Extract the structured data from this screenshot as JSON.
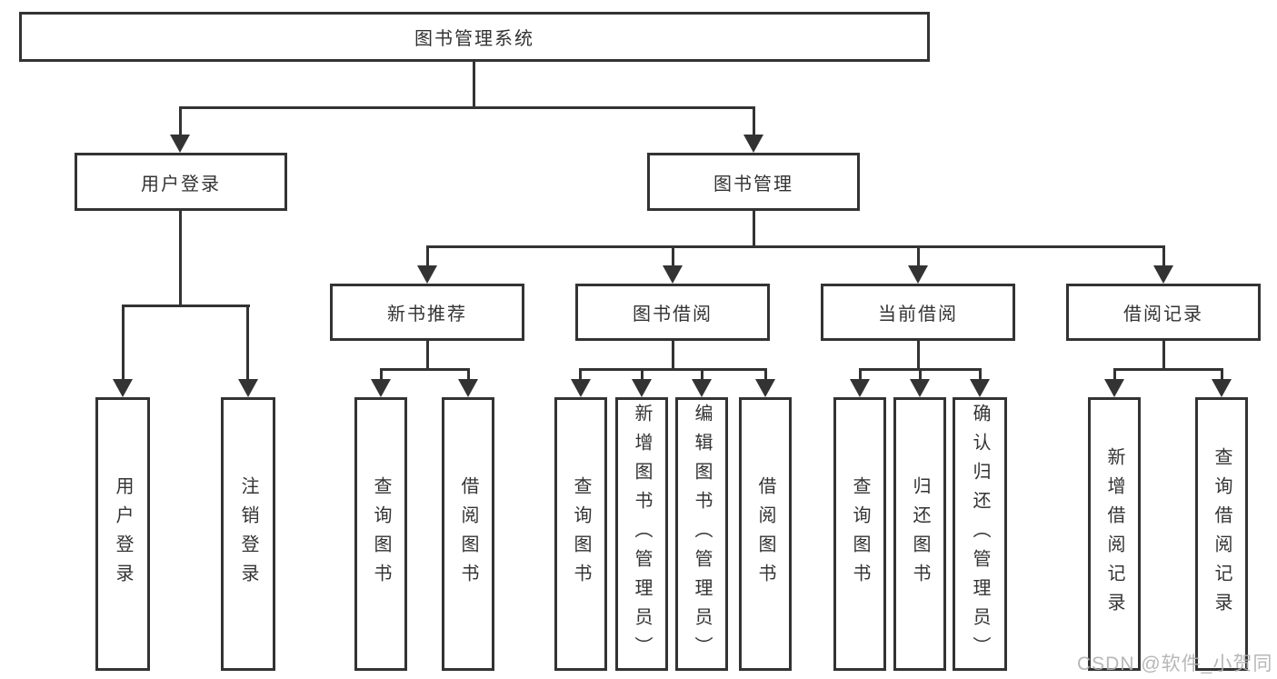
{
  "title": "图书管理系统",
  "watermark": "CSDN @软件_小贺同学",
  "colors": {
    "line": "#333333",
    "text": "#333333",
    "background": "#ffffff",
    "watermark": "#afafaf"
  },
  "tree": {
    "user": {
      "label": "用户登录",
      "children": [
        {
          "label": "用户登录"
        },
        {
          "label": "注销登录"
        }
      ]
    },
    "book": {
      "label": "图书管理",
      "groups": [
        {
          "label": "新书推荐",
          "children": [
            {
              "label": "查询图书"
            },
            {
              "label": "借阅图书"
            }
          ]
        },
        {
          "label": "图书借阅",
          "children": [
            {
              "label": "查询图书"
            },
            {
              "label": "新增图书（管理员）"
            },
            {
              "label": "编辑图书（管理员）"
            },
            {
              "label": "借阅图书"
            }
          ]
        },
        {
          "label": "当前借阅",
          "children": [
            {
              "label": "查询图书"
            },
            {
              "label": "归还图书"
            },
            {
              "label": "确认归还（管理员）"
            }
          ]
        },
        {
          "label": "借阅记录",
          "children": [
            {
              "label": "新增借阅记录"
            },
            {
              "label": "查询借阅记录"
            }
          ]
        }
      ]
    }
  }
}
